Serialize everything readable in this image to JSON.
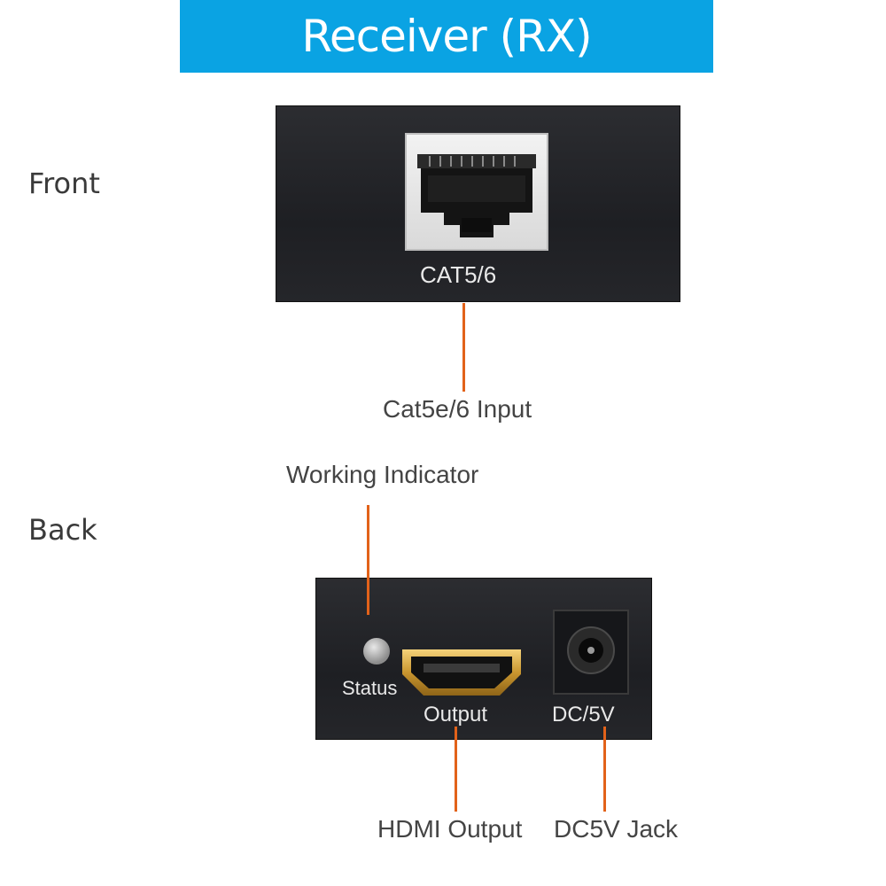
{
  "title": "Receiver (RX)",
  "side_labels": {
    "front": "Front",
    "back": "Back"
  },
  "front_panel": {
    "port_label": "CAT5/6"
  },
  "back_panel": {
    "status_label": "Status",
    "output_label": "Output",
    "dc_label": "DC/5V"
  },
  "callouts": {
    "cat_input": "Cat5e/6 Input",
    "working_indicator": "Working Indicator",
    "hdmi_output": "HDMI Output",
    "dc_jack": "DC5V Jack"
  },
  "colors": {
    "banner": "#0aa3e3",
    "leader_line": "#e2621a",
    "panel": "#25262a"
  }
}
